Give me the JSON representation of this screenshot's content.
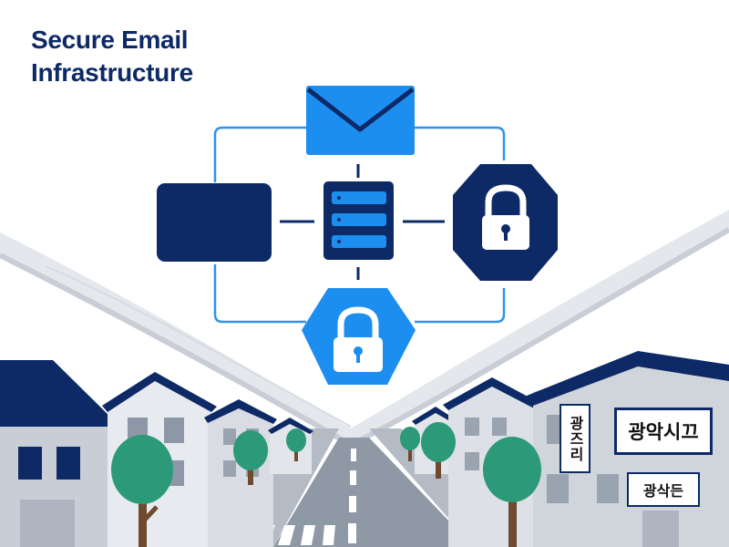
{
  "heading": {
    "line1": "Secure Email",
    "line2": "Infrastructure"
  },
  "signs": {
    "vertical": "광즈리",
    "upper": "광악시끄",
    "lower": "광삭든"
  },
  "icons": {
    "envelope": "envelope-icon",
    "server": "server-icon",
    "monitor": "monitor-icon",
    "lock_dark": "padlock-icon",
    "lock_light": "padlock-icon"
  },
  "colors": {
    "navy": "#0d2a66",
    "blue": "#1c8ef0",
    "connector": "#2f93ea",
    "road": "#9aa3b0",
    "tree": "#2c9a78",
    "trunk": "#6e4a2e"
  }
}
